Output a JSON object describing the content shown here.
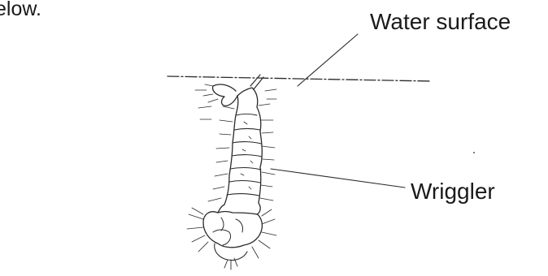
{
  "fragment_text": "elow.",
  "labels": {
    "water_surface": "Water surface",
    "wriggler": "Wriggler"
  }
}
